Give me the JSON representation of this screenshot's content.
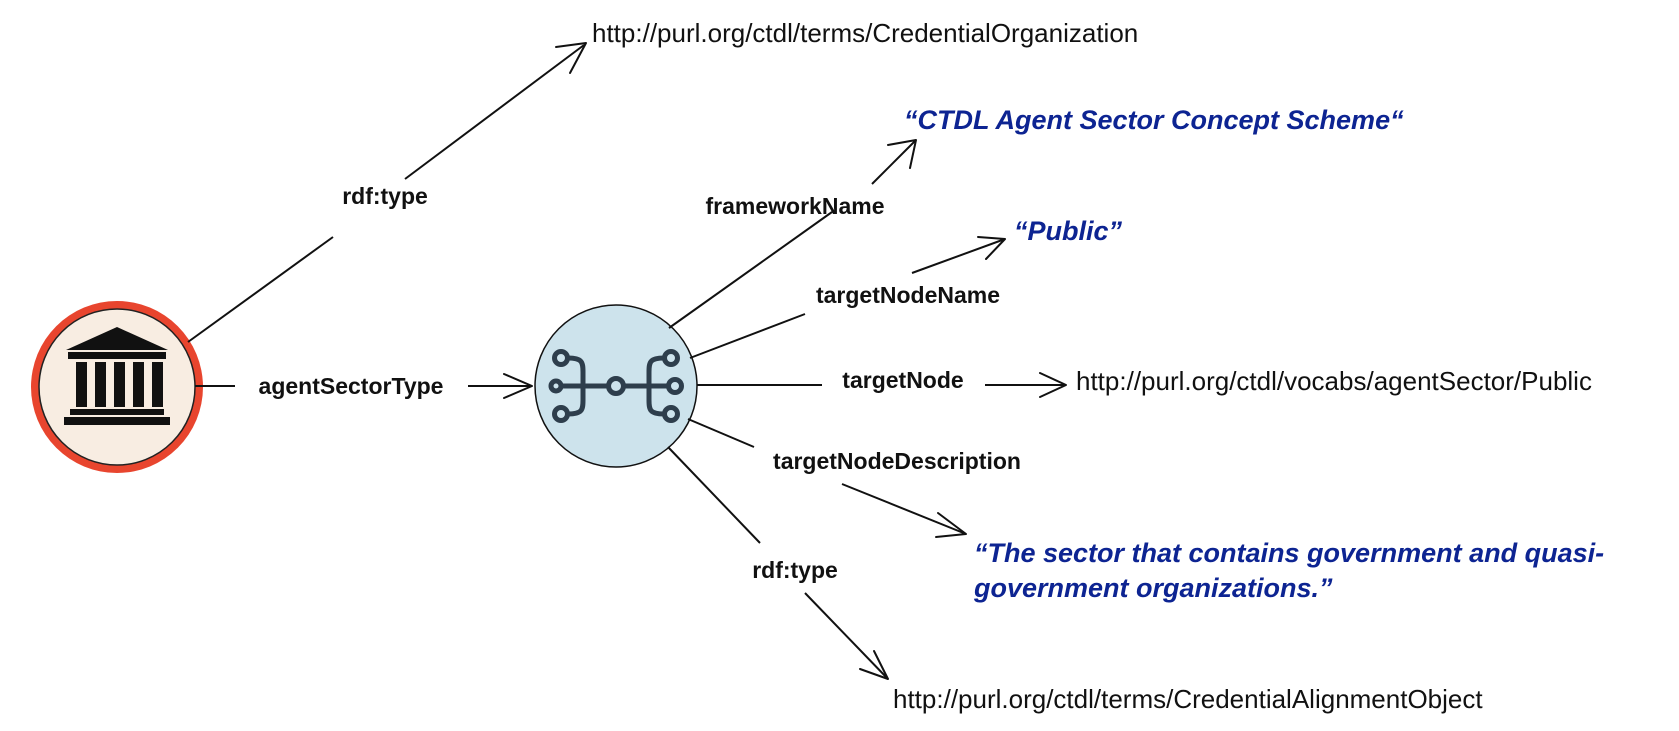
{
  "colors": {
    "org_ring": "#e8452e",
    "org_fill": "#f8ede2",
    "alignment_fill": "#cde3ec",
    "literal": "#0d2492",
    "stroke": "#111111"
  },
  "nodes": {
    "organization": {
      "icon": "building-columns-icon"
    },
    "alignment_object": {
      "icon": "branching-tree-icon"
    },
    "credential_organization_uri": "http://purl.org/ctdl/terms/CredentialOrganization",
    "framework_name_literal": "“CTDL Agent Sector Concept Scheme“",
    "target_node_name_literal": "“Public”",
    "target_node_uri": "http://purl.org/ctdl/vocabs/agentSector/Public",
    "target_node_description_literal": {
      "line1": "“The sector that contains government and quasi-",
      "line2": "government organizations.”"
    },
    "credential_alignment_object_uri": "http://purl.org/ctdl/terms/CredentialAlignmentObject"
  },
  "edges": {
    "org_rdf_type": "rdf:type",
    "agent_sector_type": "agentSectorType",
    "framework_name": "frameworkName",
    "target_node_name": "targetNodeName",
    "target_node": "targetNode",
    "target_node_description": "targetNodeDescription",
    "alignment_rdf_type": "rdf:type"
  }
}
